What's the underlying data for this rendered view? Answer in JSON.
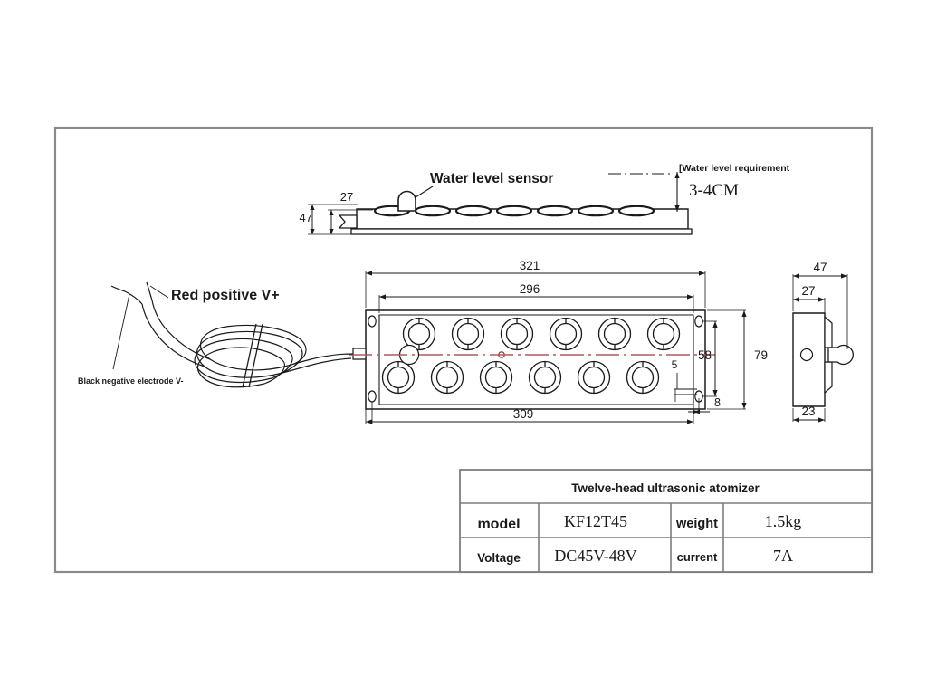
{
  "drawing": {
    "title_block": {
      "header": "Twelve-head ultrasonic atomizer",
      "rows": [
        {
          "label1": "model",
          "value1": "KF12T45",
          "label2": "weight",
          "value2": "1.5kg"
        },
        {
          "label1": "Voltage",
          "value1": "DC45V-48V",
          "label2": "current",
          "value2": "7A"
        }
      ]
    },
    "annotations": {
      "water_level_sensor": "Water level sensor",
      "water_level_requirement": "[Water level requirement",
      "water_level_value": "3-4CM",
      "red_positive": "Red positive V+",
      "black_negative": "Black negative electrode V-"
    },
    "dimensions": {
      "top_view": {
        "overall_height": "47",
        "body_height": "27"
      },
      "front_view": {
        "overall_length": "321",
        "hole_span": "296",
        "body_length": "309",
        "hole_span_vertical": "58",
        "overall_width": "79",
        "slot_width": "5",
        "slot_offset": "8"
      },
      "side_view": {
        "overall_depth": "47",
        "body_depth": "27",
        "body_width": "23"
      }
    },
    "colors": {
      "line": "#1a1a1a",
      "centerline": "#b05858",
      "border": "#888888"
    },
    "head_count": 12
  }
}
